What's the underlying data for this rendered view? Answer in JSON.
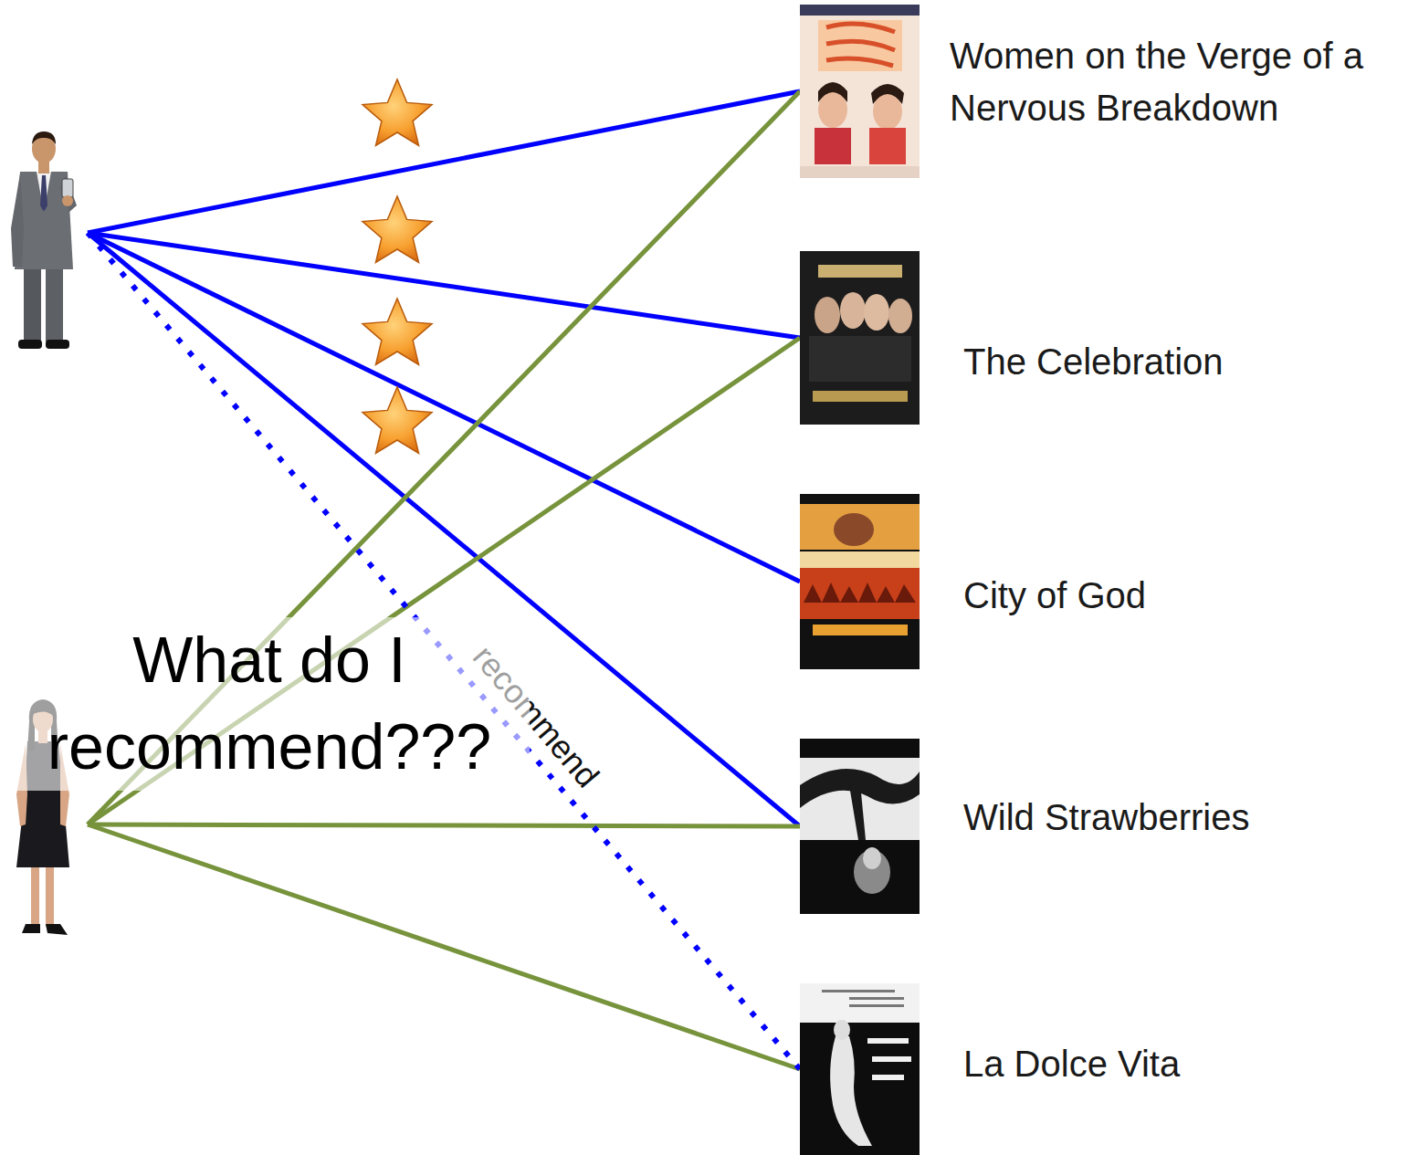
{
  "diagram": {
    "nodes": [
      {
        "text": []
      },
      {
        "text": []
      },
      {
        "text": [
          "Women on the Verge of a Nervous Breakdown"
        ]
      },
      {
        "text": [
          "The Celebration"
        ]
      },
      {
        "text": [
          "City of God"
        ]
      },
      {
        "text": [
          "Wild Strawberries"
        ]
      },
      {
        "text": [
          "La Dolce Vita"
        ]
      }
    ],
    "edges": [
      {
        "from": 0,
        "to": 2,
        "arrow": "none"
      },
      {
        "from": 0,
        "to": 3,
        "arrow": "none"
      },
      {
        "from": 0,
        "to": 4,
        "arrow": "none"
      },
      {
        "from": 0,
        "to": 5,
        "arrow": "none"
      },
      {
        "from": 1,
        "to": 2,
        "arrow": "none"
      },
      {
        "from": 1,
        "to": 3,
        "arrow": "none"
      },
      {
        "from": 1,
        "to": 5,
        "arrow": "none"
      },
      {
        "from": 1,
        "to": 6,
        "arrow": "none"
      },
      {
        "from": 0,
        "to": 6,
        "label": "recommend",
        "arrow": "none"
      }
    ],
    "labels": [
      "What do I recommend???"
    ]
  }
}
